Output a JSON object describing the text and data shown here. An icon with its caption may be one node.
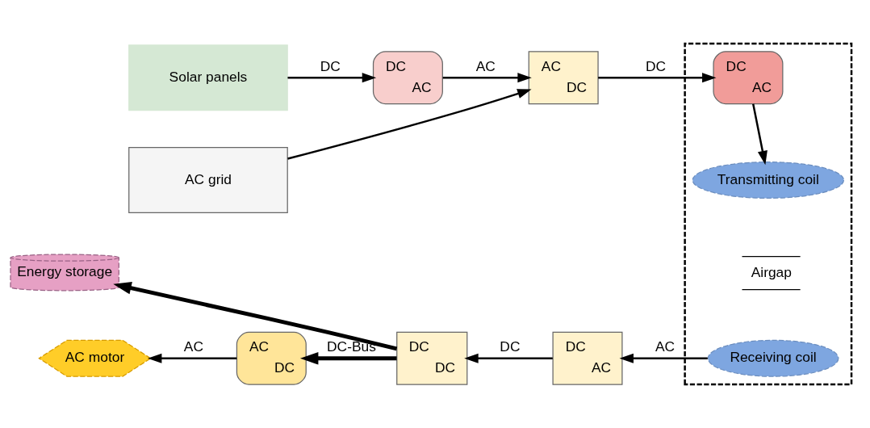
{
  "diagram": {
    "nodes": [
      {
        "text": [
          "Solar panels"
        ]
      },
      {
        "text": [
          "DC",
          "AC"
        ]
      },
      {
        "text": [
          "AC grid"
        ]
      },
      {
        "text": [
          "AC",
          "DC"
        ]
      },
      {
        "text": [],
        "shape": "box"
      },
      {
        "text": [
          "DC",
          "AC"
        ],
        "in": 4
      },
      {
        "text": [
          "Transmitting coil"
        ],
        "in": 4
      },
      {
        "text": [
          "Energy storage"
        ]
      },
      {
        "text": [
          "Receiving coil"
        ],
        "in": 4
      },
      {
        "text": [
          "AC motor"
        ]
      },
      {
        "text": [
          "AC",
          "DC"
        ]
      },
      {
        "text": [
          "DC",
          "DC"
        ]
      },
      {
        "text": [
          "DC",
          "AC"
        ]
      }
    ],
    "edges": [
      {
        "from": 0,
        "to": 1,
        "arrow": "to",
        "label": "DC"
      },
      {
        "from": 1,
        "to": 3,
        "arrow": "to",
        "label": "AC"
      },
      {
        "from": 2,
        "to": 3,
        "arrow": "to"
      },
      {
        "from": 3,
        "to": 5,
        "arrow": "to",
        "label": "DC"
      },
      {
        "from": 5,
        "to": 6,
        "arrow": "to"
      },
      {
        "from": 8,
        "to": 12,
        "arrow": "to",
        "label": "AC"
      },
      {
        "from": 12,
        "to": 11,
        "arrow": "to",
        "label": "DC"
      },
      {
        "from": 11,
        "to": 10,
        "arrow": "to",
        "label": "DC-Bus",
        "style": "thick"
      },
      {
        "from": 11,
        "to": 7,
        "arrow": "to",
        "style": "thick"
      },
      {
        "from": 10,
        "to": 9,
        "arrow": "to",
        "label": "AC"
      }
    ],
    "labels": [
      "Airgap"
    ]
  }
}
